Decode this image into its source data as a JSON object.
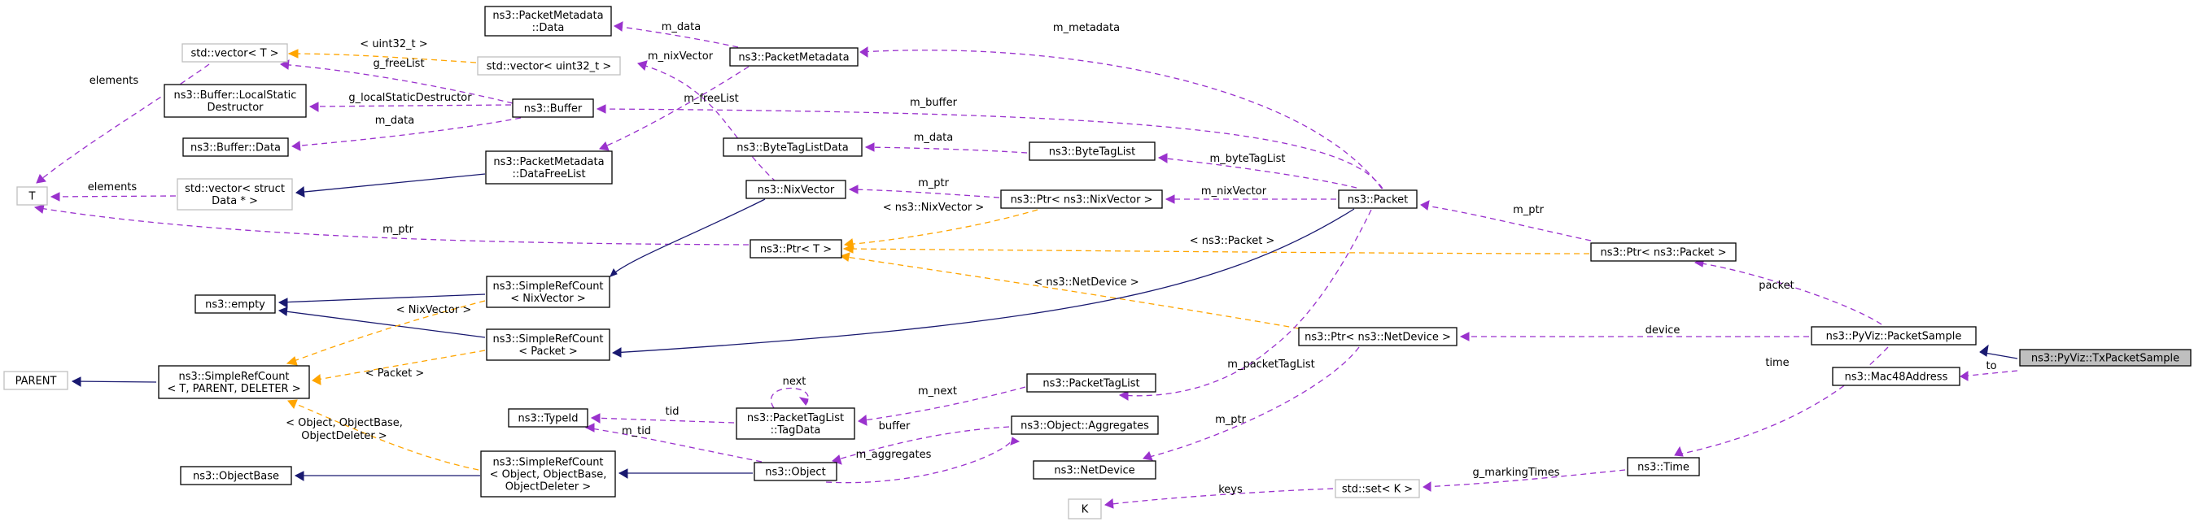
{
  "nodes": [
    {
      "id": "txps",
      "lines": [
        "ns3::PyViz::TxPacketSample"
      ],
      "style": "hl"
    },
    {
      "id": "ps",
      "lines": [
        "ns3::PyViz::PacketSample"
      ],
      "style": "normal"
    },
    {
      "id": "mac48",
      "lines": [
        "ns3::Mac48Address"
      ],
      "style": "normal"
    },
    {
      "id": "ptrpkt",
      "lines": [
        "ns3::Ptr< ns3::Packet >"
      ],
      "style": "normal"
    },
    {
      "id": "ptrnd",
      "lines": [
        "ns3::Ptr< ns3::NetDevice >"
      ],
      "style": "normal"
    },
    {
      "id": "time",
      "lines": [
        "ns3::Time"
      ],
      "style": "normal"
    },
    {
      "id": "setk",
      "lines": [
        "std::set< K >"
      ],
      "style": "gray"
    },
    {
      "id": "K",
      "lines": [
        "K"
      ],
      "style": "gray"
    },
    {
      "id": "packet",
      "lines": [
        "ns3::Packet"
      ],
      "style": "normal"
    },
    {
      "id": "pktmeta",
      "lines": [
        "ns3::PacketMetadata"
      ],
      "style": "normal"
    },
    {
      "id": "pmdata",
      "lines": [
        "ns3::PacketMetadata",
        "::Data"
      ],
      "style": "normal"
    },
    {
      "id": "vecu32",
      "lines": [
        "std::vector< uint32_t >"
      ],
      "style": "gray"
    },
    {
      "id": "vecT",
      "lines": [
        "std::vector< T >"
      ],
      "style": "gray"
    },
    {
      "id": "T",
      "lines": [
        "T"
      ],
      "style": "gray"
    },
    {
      "id": "buffer",
      "lines": [
        "ns3::Buffer"
      ],
      "style": "normal"
    },
    {
      "id": "bufls",
      "lines": [
        "ns3::Buffer::LocalStatic",
        "Destructor"
      ],
      "style": "normal"
    },
    {
      "id": "bufdata",
      "lines": [
        "ns3::Buffer::Data"
      ],
      "style": "normal"
    },
    {
      "id": "pmdfl",
      "lines": [
        "ns3::PacketMetadata",
        "::DataFreeList"
      ],
      "style": "normal"
    },
    {
      "id": "vecstruct",
      "lines": [
        "std::vector< struct",
        "Data * >"
      ],
      "style": "gray"
    },
    {
      "id": "btld",
      "lines": [
        "ns3::ByteTagListData"
      ],
      "style": "normal"
    },
    {
      "id": "btl",
      "lines": [
        "ns3::ByteTagList"
      ],
      "style": "normal"
    },
    {
      "id": "nixv",
      "lines": [
        "ns3::NixVector"
      ],
      "style": "normal"
    },
    {
      "id": "ptrnix",
      "lines": [
        "ns3::Ptr< ns3::NixVector >"
      ],
      "style": "normal"
    },
    {
      "id": "ptrT",
      "lines": [
        "ns3::Ptr< T >"
      ],
      "style": "normal"
    },
    {
      "id": "srcnix",
      "lines": [
        "ns3::SimpleRefCount",
        "< NixVector >"
      ],
      "style": "normal"
    },
    {
      "id": "srcpkt",
      "lines": [
        "ns3::SimpleRefCount",
        "< Packet >"
      ],
      "style": "normal"
    },
    {
      "id": "empty",
      "lines": [
        "ns3::empty"
      ],
      "style": "normal"
    },
    {
      "id": "parent",
      "lines": [
        "PARENT"
      ],
      "style": "gray"
    },
    {
      "id": "srctpd",
      "lines": [
        "ns3::SimpleRefCount",
        "< T, PARENT, DELETER >"
      ],
      "style": "normal"
    },
    {
      "id": "ptl",
      "lines": [
        "ns3::PacketTagList"
      ],
      "style": "normal"
    },
    {
      "id": "ptltd",
      "lines": [
        "ns3::PacketTagList",
        "::TagData"
      ],
      "style": "normal"
    },
    {
      "id": "typeid",
      "lines": [
        "ns3::TypeId"
      ],
      "style": "normal"
    },
    {
      "id": "objagg",
      "lines": [
        "ns3::Object::Aggregates"
      ],
      "style": "normal"
    },
    {
      "id": "objbase",
      "lines": [
        "ns3::ObjectBase"
      ],
      "style": "normal"
    },
    {
      "id": "srcobj",
      "lines": [
        "ns3::SimpleRefCount",
        "< Object, ObjectBase,",
        "ObjectDeleter >"
      ],
      "style": "normal"
    },
    {
      "id": "object",
      "lines": [
        "ns3::Object"
      ],
      "style": "normal"
    },
    {
      "id": "netdev",
      "lines": [
        "ns3::NetDevice"
      ],
      "style": "normal"
    }
  ],
  "edges": [
    {
      "id": "e1",
      "kind": "inh",
      "label": []
    },
    {
      "id": "e2",
      "kind": "uses",
      "label": [
        "to"
      ]
    },
    {
      "id": "e3",
      "kind": "uses",
      "label": [
        "packet"
      ]
    },
    {
      "id": "e4",
      "kind": "uses",
      "label": [
        "device"
      ]
    },
    {
      "id": "e5",
      "kind": "uses",
      "label": [
        "time"
      ]
    },
    {
      "id": "e6",
      "kind": "uses",
      "label": [
        "g_markingTimes"
      ]
    },
    {
      "id": "e7",
      "kind": "uses",
      "label": [
        "keys"
      ]
    },
    {
      "id": "e8",
      "kind": "uses",
      "label": [
        "m_ptr"
      ]
    },
    {
      "id": "e9",
      "kind": "tmpl",
      "label": [
        "< ns3::Packet >"
      ]
    },
    {
      "id": "e10",
      "kind": "uses",
      "label": [
        "m_metadata"
      ]
    },
    {
      "id": "e11",
      "kind": "uses",
      "label": [
        "m_data"
      ]
    },
    {
      "id": "e12",
      "kind": "uses",
      "label": [
        "m_nixVector"
      ]
    },
    {
      "id": "e13",
      "kind": "tmpl",
      "label": [
        "< uint32_t >"
      ]
    },
    {
      "id": "e14",
      "kind": "uses",
      "label": [
        "elements"
      ]
    },
    {
      "id": "e15",
      "kind": "uses",
      "label": [
        "g_freeList"
      ]
    },
    {
      "id": "e16",
      "kind": "uses",
      "label": [
        "m_buffer"
      ]
    },
    {
      "id": "e17",
      "kind": "uses",
      "label": [
        "g_localStaticDestructor"
      ]
    },
    {
      "id": "e18",
      "kind": "uses",
      "label": [
        "m_data"
      ]
    },
    {
      "id": "e19",
      "kind": "uses",
      "label": [
        "m_freeList"
      ]
    },
    {
      "id": "e20",
      "kind": "inh",
      "label": []
    },
    {
      "id": "e21",
      "kind": "uses",
      "label": [
        "elements"
      ]
    },
    {
      "id": "e22",
      "kind": "uses",
      "label": [
        "m_data"
      ]
    },
    {
      "id": "e23",
      "kind": "uses",
      "label": [
        "m_byteTagList"
      ]
    },
    {
      "id": "e24",
      "kind": "uses",
      "label": [
        "m_nixVector"
      ]
    },
    {
      "id": "e25",
      "kind": "uses",
      "label": [
        "m_ptr"
      ]
    },
    {
      "id": "e26",
      "kind": "tmpl",
      "label": [
        "< ns3::NixVector >"
      ]
    },
    {
      "id": "e27",
      "kind": "uses",
      "label": [
        "m_ptr"
      ]
    },
    {
      "id": "e28",
      "kind": "tmpl",
      "label": [
        "< ns3::NetDevice >"
      ]
    },
    {
      "id": "e29",
      "kind": "inh",
      "label": []
    },
    {
      "id": "e30",
      "kind": "inh",
      "label": []
    },
    {
      "id": "e31",
      "kind": "inh",
      "label": []
    },
    {
      "id": "e32",
      "kind": "inh",
      "label": []
    },
    {
      "id": "e33",
      "kind": "tmpl",
      "label": [
        "< NixVector >"
      ]
    },
    {
      "id": "e34",
      "kind": "tmpl",
      "label": [
        "< Packet >"
      ]
    },
    {
      "id": "e35",
      "kind": "tmpl",
      "label": [
        "< Object, ObjectBase,",
        "ObjectDeleter >"
      ]
    },
    {
      "id": "e36",
      "kind": "inh",
      "label": []
    },
    {
      "id": "e37",
      "kind": "inh",
      "label": []
    },
    {
      "id": "e38",
      "kind": "inh",
      "label": []
    },
    {
      "id": "e39",
      "kind": "uses",
      "label": [
        "m_packetTagList"
      ]
    },
    {
      "id": "e40",
      "kind": "uses",
      "label": [
        "m_next"
      ]
    },
    {
      "id": "e41",
      "kind": "uses",
      "label": [
        "next"
      ]
    },
    {
      "id": "e42",
      "kind": "uses",
      "label": [
        "tid"
      ]
    },
    {
      "id": "e43",
      "kind": "uses",
      "label": [
        "m_tid"
      ]
    },
    {
      "id": "e44",
      "kind": "uses",
      "label": [
        "buffer"
      ]
    },
    {
      "id": "e45",
      "kind": "uses",
      "label": [
        "m_aggregates"
      ]
    },
    {
      "id": "e46",
      "kind": "uses",
      "label": [
        "m_ptr"
      ]
    }
  ]
}
